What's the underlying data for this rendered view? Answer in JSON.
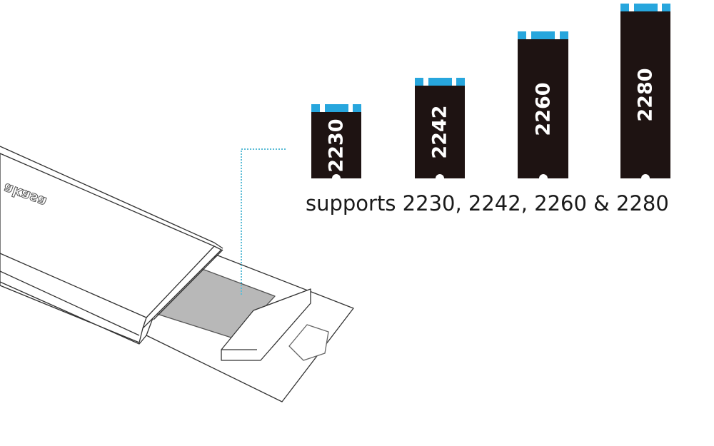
{
  "cards": [
    {
      "label": "2230",
      "length_mm": 30
    },
    {
      "label": "2242",
      "length_mm": 42
    },
    {
      "label": "2260",
      "length_mm": 60
    },
    {
      "label": "2280",
      "length_mm": 80
    }
  ],
  "caption": "supports 2230, 2242, 2260 & 2280",
  "logo": "akasa",
  "colors": {
    "card": "#1e1312",
    "pins": "#27a6dd",
    "leader": "#5bbcd6",
    "ssd": "#b8b8b8"
  }
}
